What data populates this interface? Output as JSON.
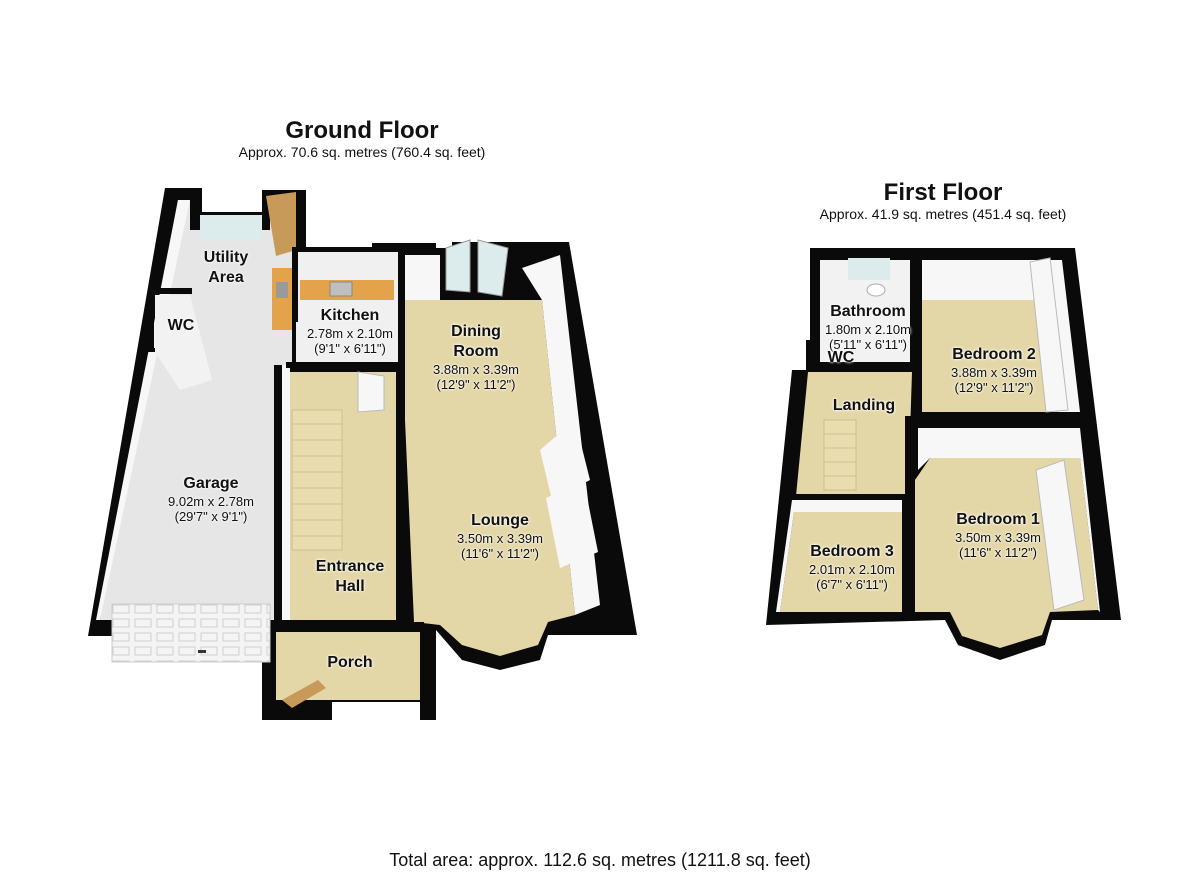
{
  "ground_floor": {
    "title": "Ground Floor",
    "area": "Approx.  70.6 sq. metres (760.4 sq. feet)",
    "rooms": {
      "utility": {
        "name_line1": "Utility",
        "name_line2": "Area"
      },
      "wc": {
        "name": "WC"
      },
      "kitchen": {
        "name": "Kitchen",
        "dim_metric": "2.78m x 2.10m",
        "dim_imperial": "(9'1\" x 6'11\")"
      },
      "dining": {
        "name_line1": "Dining",
        "name_line2": "Room",
        "dim_metric": "3.88m x 3.39m",
        "dim_imperial": "(12'9\" x 11'2\")"
      },
      "garage": {
        "name": "Garage",
        "dim_metric": "9.02m x 2.78m",
        "dim_imperial": "(29'7\" x 9'1\")"
      },
      "lounge": {
        "name": "Lounge",
        "dim_metric": "3.50m x 3.39m",
        "dim_imperial": "(11'6\" x 11'2\")"
      },
      "hall": {
        "name_line1": "Entrance",
        "name_line2": "Hall"
      },
      "porch": {
        "name": "Porch"
      }
    }
  },
  "first_floor": {
    "title": "First Floor",
    "area": "Approx.  41.9 sq. metres (451.4 sq. feet)",
    "rooms": {
      "bathroom": {
        "name": "Bathroom",
        "dim_metric": "1.80m x 2.10m",
        "dim_imperial": "(5'11\" x 6'11\")"
      },
      "wc": {
        "name": "WC"
      },
      "landing": {
        "name": "Landing"
      },
      "bedroom2": {
        "name": "Bedroom 2",
        "dim_metric": "3.88m x 3.39m",
        "dim_imperial": "(12'9\" x 11'2\")"
      },
      "bedroom1": {
        "name": "Bedroom 1",
        "dim_metric": "3.50m x 3.39m",
        "dim_imperial": "(11'6\" x 11'2\")"
      },
      "bedroom3": {
        "name": "Bedroom 3",
        "dim_metric": "2.01m x 2.10m",
        "dim_imperial": "(6'7\" x 6'11\")"
      }
    }
  },
  "total_area": "Total area: approx. 112.6 sq. metres (1211.8 sq. feet)",
  "colors": {
    "wall": "#0a0a0a",
    "wall_face": "#f7f7f7",
    "carpet": "#e3d7a8",
    "concrete": "#e6e6e6",
    "worktop": "#e2a34a",
    "door": "#c79a5a",
    "glass": "#dcecec"
  }
}
